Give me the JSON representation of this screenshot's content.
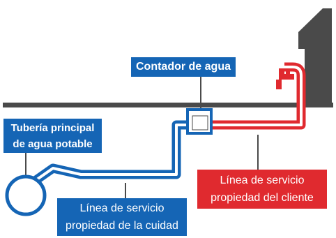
{
  "labels": {
    "meter": "Contador de agua",
    "main_pipe": [
      "Tubería principal",
      "de agua potable"
    ],
    "city_line": [
      "Línea de servicio",
      "propiedad de la cuidad"
    ],
    "client_line": [
      "Línea de servicio",
      "propiedad del cliente"
    ]
  },
  "colors": {
    "city_blue": "#1565b5",
    "client_red": "#e02a2f",
    "ground": "#4a4a4a",
    "house": "#4a4a4a",
    "pipe_fill": "#ffffff"
  },
  "icons": [
    "house-icon",
    "faucet-icon",
    "water-meter-icon",
    "water-main-icon"
  ]
}
